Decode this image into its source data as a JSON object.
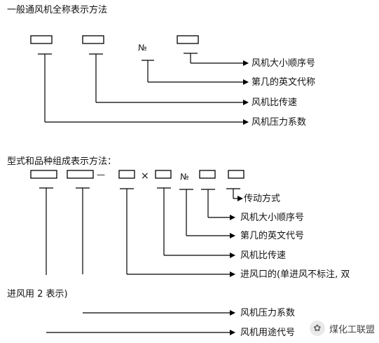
{
  "section1": {
    "title": "一般通风机全称表示方法",
    "no_symbol": "№",
    "labels": [
      "风机大小顺序号",
      "第几的英文代称",
      "风机比传速",
      "风机压力系数"
    ]
  },
  "section2": {
    "title": "型式和品种组成表示方法：",
    "dash_symbol": "—",
    "times_symbol": "×",
    "no_symbol": "№",
    "labels": [
      "传动方式",
      "风机大小顺序号",
      "第几的英文代号",
      "风机比传速",
      "进风口的(单进风不标注, 双",
      "风机压力系数",
      "风机用途代号"
    ],
    "continuation": "进风用 2 表示)"
  },
  "watermark": {
    "icon": "wechat-icon",
    "text": "煤化工联盟"
  }
}
